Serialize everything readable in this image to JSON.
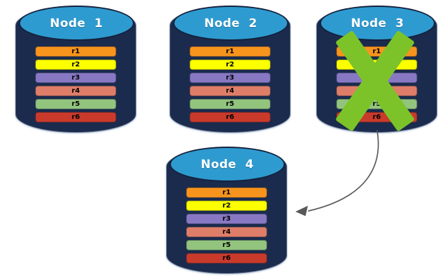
{
  "diagram": {
    "background": "#ffffff",
    "cylinder": {
      "body_color": "#1B2B4D",
      "top_color": "#2E9BD0",
      "outline_color": "#14213C",
      "title_color": "#FFFFFF"
    },
    "failure_mark": {
      "symbol": "X",
      "color": "#7CC329"
    },
    "arrow": {
      "color": "#595959",
      "from": "Node 3",
      "to": "Node 4"
    },
    "nodes": [
      {
        "label": "Node  1",
        "failed": false,
        "records": [
          {
            "label": "r1",
            "color": "#F7941D"
          },
          {
            "label": "r2",
            "color": "#FBFF00"
          },
          {
            "label": "r3",
            "color": "#8878C3"
          },
          {
            "label": "r4",
            "color": "#DF7E68"
          },
          {
            "label": "r5",
            "color": "#92C47E"
          },
          {
            "label": "r6",
            "color": "#C93A2B"
          }
        ]
      },
      {
        "label": "Node  2",
        "failed": false,
        "records": [
          {
            "label": "r1",
            "color": "#F7941D"
          },
          {
            "label": "r2",
            "color": "#FBFF00"
          },
          {
            "label": "r3",
            "color": "#8878C3"
          },
          {
            "label": "r4",
            "color": "#DF7E68"
          },
          {
            "label": "r5",
            "color": "#92C47E"
          },
          {
            "label": "r6",
            "color": "#C93A2B"
          }
        ]
      },
      {
        "label": "Node  3",
        "failed": true,
        "records": [
          {
            "label": "r1",
            "color": "#F7941D"
          },
          {
            "label": "r2",
            "color": "#FBFF00"
          },
          {
            "label": "r3",
            "color": "#8878C3"
          },
          {
            "label": "r4",
            "color": "#DF7E68"
          },
          {
            "label": "r5",
            "color": "#92C47E"
          },
          {
            "label": "r6",
            "color": "#C93A2B"
          }
        ]
      },
      {
        "label": "Node  4",
        "failed": false,
        "records": [
          {
            "label": "r1",
            "color": "#F7941D"
          },
          {
            "label": "r2",
            "color": "#FBFF00"
          },
          {
            "label": "r3",
            "color": "#8878C3"
          },
          {
            "label": "r4",
            "color": "#DF7E68"
          },
          {
            "label": "r5",
            "color": "#92C47E"
          },
          {
            "label": "r6",
            "color": "#C93A2B"
          }
        ]
      }
    ]
  }
}
